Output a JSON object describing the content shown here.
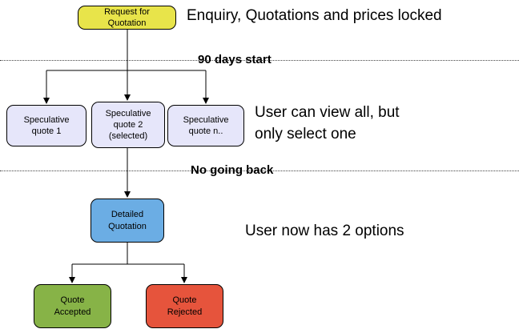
{
  "diagram": {
    "nodes": {
      "rfq": {
        "label": "Request for\nQuotation",
        "color": "#e8e44a"
      },
      "spec1": {
        "label": "Speculative\nquote 1",
        "color": "#e6e6fa"
      },
      "spec2": {
        "label": "Speculative\nquote 2\n(selected)",
        "color": "#e6e6fa"
      },
      "specn": {
        "label": "Speculative\nquote n..",
        "color": "#e6e6fa"
      },
      "detailed": {
        "label": "Detailed\nQuotation",
        "color": "#6bade4"
      },
      "accepted": {
        "label": "Quote\nAccepted",
        "color": "#87b347"
      },
      "rejected": {
        "label": "Quote\nRejected",
        "color": "#e6543c"
      }
    },
    "annotations": {
      "locked": "Enquiry, Quotations and prices locked",
      "view": "User can view all, but\nonly select one",
      "options": "User now has 2 options"
    },
    "dividers": [
      {
        "label": "90 days start"
      },
      {
        "label": "No going back"
      }
    ]
  }
}
